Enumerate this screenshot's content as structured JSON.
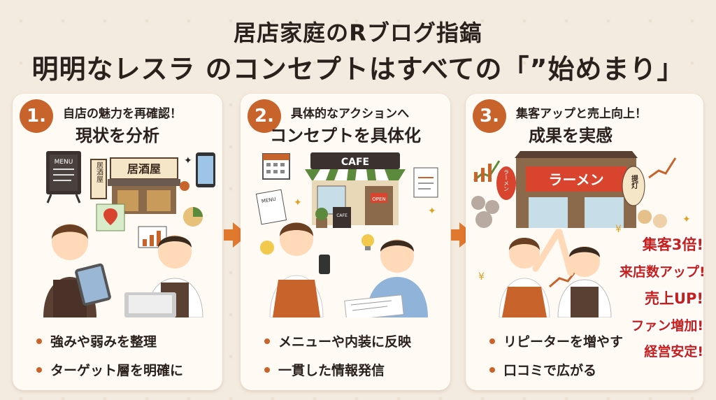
{
  "title": {
    "line1": "居店家庭のRブログ指鎬",
    "line2": "明明なレスラ のコンセプトはすべての「”始めまり」"
  },
  "steps": [
    {
      "number": "1.",
      "subtitle": "自店の魅力を再確認！",
      "heading": "現状を分析",
      "bullets": [
        "強みや弱みを整理",
        "ターゲット層を明確に"
      ],
      "scene_text": {
        "menu": "MENU",
        "shop_sign": "居酒屋",
        "side_sign": "居酒屋"
      }
    },
    {
      "number": "2.",
      "subtitle": "具体的なアクションへ",
      "heading": "コンセプトを具体化",
      "bullets": [
        "メニューや内装に反映",
        "一貫した情報発信"
      ],
      "scene_text": {
        "cafe": "CAFE",
        "menu": "MENU",
        "open": "OPEN",
        "board": "CAFE"
      }
    },
    {
      "number": "3.",
      "subtitle": "集客アップと売上向上！",
      "heading": "成果を実感",
      "bullets": [
        "リピーターを増やす",
        "口コミで広がる"
      ],
      "scene_text": {
        "ramen": "ラーメン",
        "lantern_left": "ラーメン",
        "lantern_right": "提灯"
      },
      "results": [
        "集客3倍!",
        "来店数アップ!",
        "売上UP!",
        "ファン増加!",
        "経営安定!"
      ]
    }
  ],
  "colors": {
    "accent": "#c8632b",
    "arrow": "#e0782e",
    "result": "#c81e1e",
    "background": "#f4ebe0"
  }
}
